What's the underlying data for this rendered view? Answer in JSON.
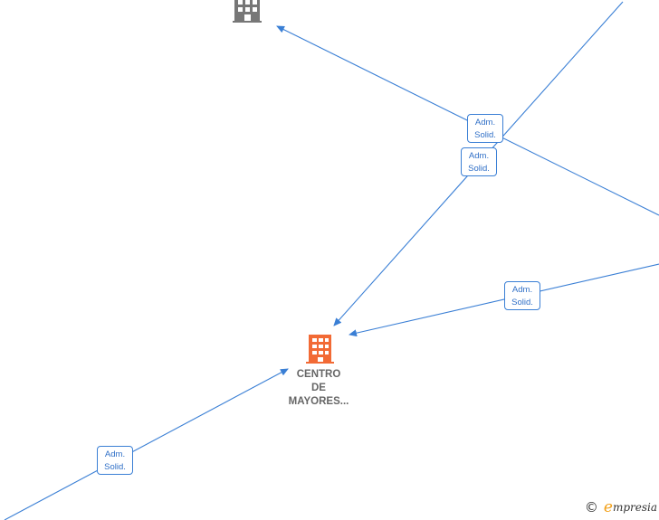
{
  "colors": {
    "edge": "#3a7fd5",
    "focus_node": "#f26a35",
    "other_node": "#777777"
  },
  "nodes": [
    {
      "id": "top-building",
      "icon": "building-icon",
      "label_lines": []
    },
    {
      "id": "centro-de-mayores",
      "icon": "building-icon",
      "label_lines": [
        "CENTRO",
        "DE",
        "MAYORES..."
      ]
    }
  ],
  "relations": [
    {
      "line1": "Adm.",
      "line2": "Solid."
    },
    {
      "line1": "Adm.",
      "line2": "Solid."
    },
    {
      "line1": "Adm.",
      "line2": "Solid."
    },
    {
      "line1": "Adm.",
      "line2": "Solid."
    }
  ],
  "footer": {
    "copyright_symbol": "©",
    "brand_initial": "e",
    "brand_rest": "mpresia"
  }
}
